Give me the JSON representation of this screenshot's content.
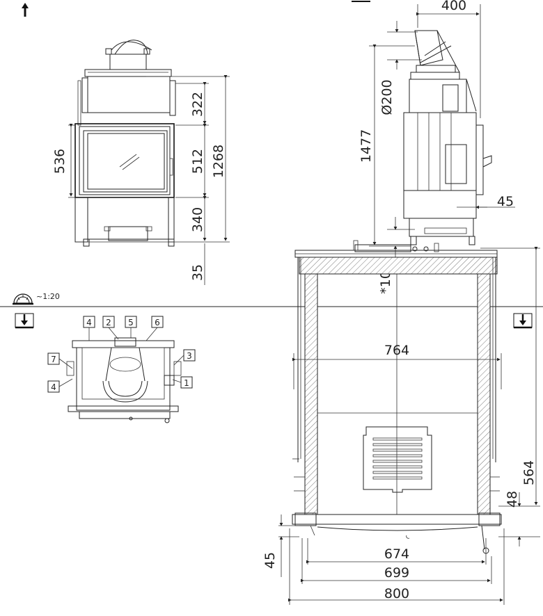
{
  "scale": {
    "label": "~1:20",
    "icon": "scale-ruler-icon"
  },
  "view_icons": {
    "front": "up-arrow-icon",
    "side": "side-view-icon",
    "top": "down-arrow-platform-icon",
    "bottom": "down-arrow-platform-icon"
  },
  "front_view": {
    "dims": {
      "d536": "536",
      "d322": "322",
      "d512": "512",
      "d340": "340",
      "d1268": "1268",
      "d35": "35"
    }
  },
  "side_view": {
    "dims": {
      "d400": "400",
      "d200": "Ø200",
      "d1477": "1477",
      "d45": "45",
      "d106": "*106"
    }
  },
  "top_view": {
    "callouts": [
      "4",
      "2",
      "5",
      "6",
      "7",
      "3",
      "4",
      "1"
    ]
  },
  "plan_view": {
    "dims": {
      "d764": "764",
      "d564": "564",
      "d48": "48",
      "d45": "45",
      "d674": "674",
      "d699": "699",
      "d800": "800"
    }
  },
  "colors": {
    "line": "#222222",
    "hatch": "#888888"
  }
}
